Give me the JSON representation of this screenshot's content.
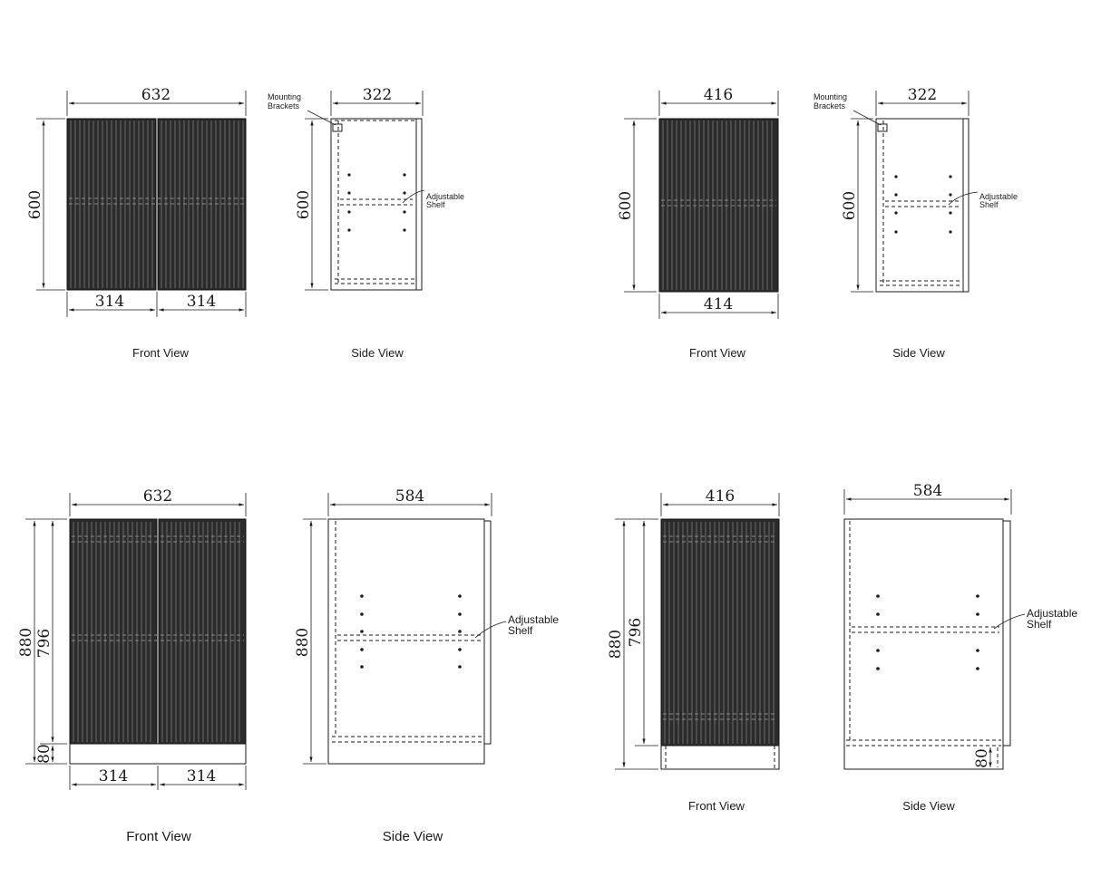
{
  "drawings": {
    "d1": {
      "front": {
        "width": "632",
        "height": "600",
        "door_left": "314",
        "door_right": "314",
        "caption": "Front View"
      },
      "side": {
        "depth": "322",
        "height": "600",
        "bracket_note_1": "Mounting",
        "bracket_note_2": "Brackets",
        "shelf_note_1": "Adjustable",
        "shelf_note_2": "Shelf",
        "caption": "Side View"
      }
    },
    "d2": {
      "front": {
        "width": "416",
        "height": "600",
        "door_width": "414",
        "caption": "Front View"
      },
      "side": {
        "depth": "322",
        "height": "600",
        "bracket_note_1": "Mounting",
        "bracket_note_2": "Brackets",
        "shelf_note_1": "Adjustable",
        "shelf_note_2": "Shelf",
        "caption": "Side View"
      }
    },
    "d3": {
      "front": {
        "width": "632",
        "height": "880",
        "door_height": "796",
        "kick": "80",
        "door_left": "314",
        "door_right": "314",
        "caption": "Front View"
      },
      "side": {
        "depth": "584",
        "height": "880",
        "shelf_note_1": "Adjustable",
        "shelf_note_2": "Shelf",
        "caption": "Side View"
      }
    },
    "d4": {
      "front": {
        "width": "416",
        "height": "880",
        "door_height": "796",
        "caption": "Front View"
      },
      "side": {
        "depth": "584",
        "kick": "80",
        "shelf_note_1": "Adjustable",
        "shelf_note_2": "Shelf",
        "caption": "Side View"
      }
    }
  }
}
